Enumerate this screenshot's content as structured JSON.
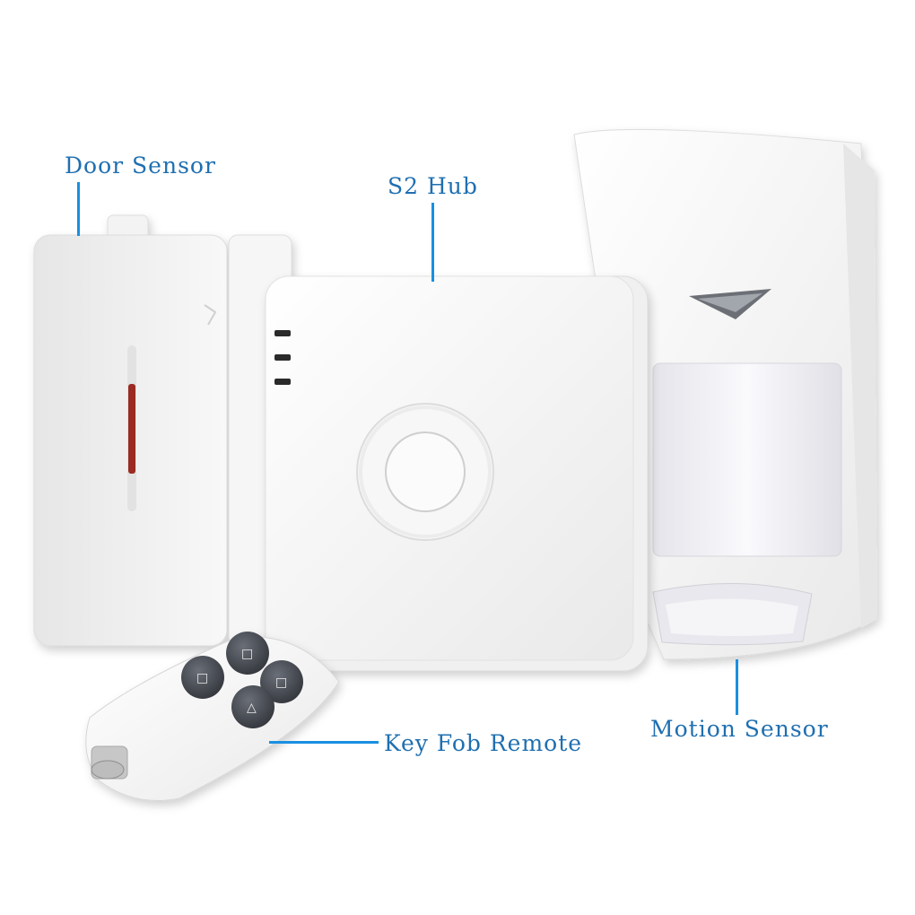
{
  "labels": {
    "door_sensor": "Door Sensor",
    "hub": "S2 Hub",
    "motion_sensor": "Motion Sensor",
    "key_fob": "Key Fob Remote"
  },
  "colors": {
    "label_text": "#1f6fb0",
    "leader_line": "#1a8fe0",
    "device_white": "#f7f7f7",
    "indicator_red": "#9a2a22"
  }
}
